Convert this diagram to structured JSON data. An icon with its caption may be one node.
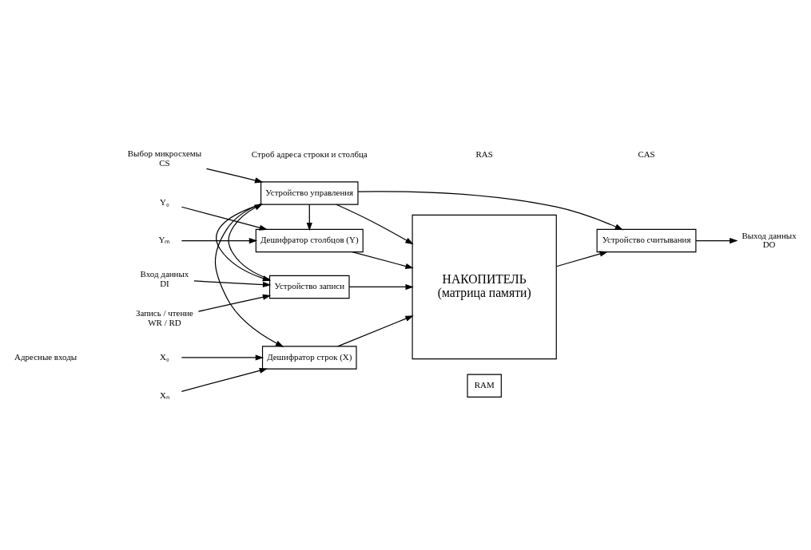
{
  "diagram": {
    "nodes": [
      {
        "text": [
          "RAM"
        ]
      },
      {
        "text": [
          "Дешифратор строк (X)"
        ]
      },
      {
        "text": [
          "НАКОПИТЕЛЬ",
          "(матрица памяти)"
        ]
      },
      {
        "text": [
          "Дешифратор столбцов (Y)"
        ]
      },
      {
        "text": [
          "Устройство записи"
        ]
      },
      {
        "text": [
          "Устройство управления"
        ]
      },
      {
        "text": [
          "Устройство считывания"
        ]
      },
      {
        "text": [
          "X₀"
        ]
      },
      {
        "text": [
          "Xₙ"
        ]
      },
      {
        "text": [
          "Y₀"
        ]
      },
      {
        "text": [
          "Yₘ"
        ]
      },
      {
        "text": [
          "Вход данных",
          "DI"
        ]
      },
      {
        "text": [
          "Запись / чтение",
          "WR / RD"
        ]
      },
      {
        "text": [
          "Выбор микросхемы",
          "CS"
        ]
      },
      {
        "text": [
          "Выход данных",
          "DO"
        ]
      }
    ],
    "edges": [
      {
        "from": 7,
        "to": 1,
        "arrow": "to"
      },
      {
        "from": 8,
        "to": 1,
        "arrow": "to"
      },
      {
        "from": 9,
        "to": 3,
        "arrow": "to"
      },
      {
        "from": 10,
        "to": 3,
        "arrow": "to"
      },
      {
        "from": 1,
        "to": 2,
        "arrow": "to"
      },
      {
        "from": 3,
        "to": 2,
        "arrow": "to"
      },
      {
        "from": 11,
        "to": 4,
        "arrow": "to"
      },
      {
        "from": 12,
        "to": 4,
        "arrow": "to"
      },
      {
        "from": 4,
        "to": 2,
        "arrow": "to"
      },
      {
        "from": 4,
        "to": 5,
        "arrow": "to"
      },
      {
        "from": 5,
        "to": 4,
        "arrow": "to"
      },
      {
        "from": 13,
        "to": 5,
        "arrow": "to"
      },
      {
        "from": 5,
        "to": 1,
        "arrow": "to"
      },
      {
        "from": 5,
        "to": 3,
        "arrow": "to"
      },
      {
        "from": 5,
        "to": 2,
        "arrow": "to"
      },
      {
        "from": 5,
        "to": 6,
        "arrow": "to"
      },
      {
        "from": 2,
        "to": 6,
        "arrow": "to"
      },
      {
        "from": 6,
        "to": 14,
        "arrow": "to"
      }
    ],
    "labels": [
      "Адресные входы",
      "Строб адреса строки и столбца",
      "RAS",
      "CAS"
    ]
  }
}
